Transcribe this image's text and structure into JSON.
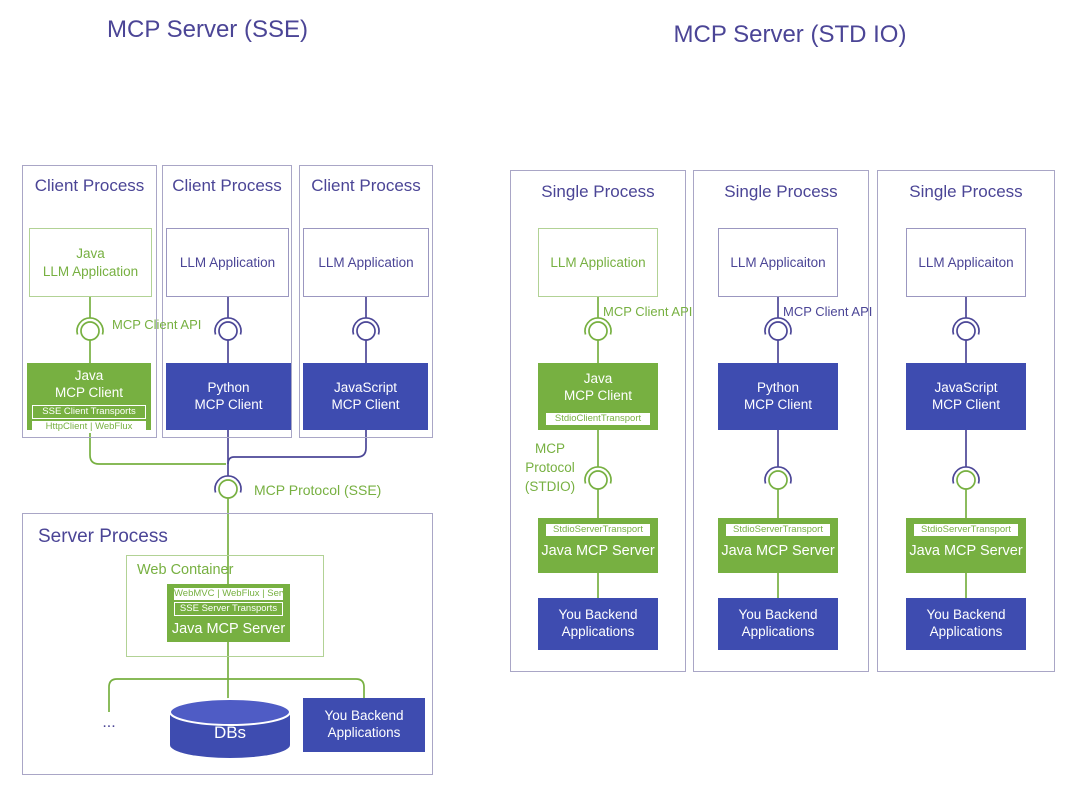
{
  "colors": {
    "indigo_text": "#4b4596",
    "purple_line": "#4c4797",
    "blue_fill": "#3e4cb0",
    "green": "#77b041",
    "light_border": "#a9a6c6",
    "db_top_fill": "#4f5cc5"
  },
  "left": {
    "title": "MCP Server (SSE)",
    "api_label": "MCP Client API",
    "protocol_label": "MCP Protocol (SSE)",
    "columns": [
      {
        "process": "Client Process",
        "app": "Java\nLLM Application",
        "client": "Java\nMCP Client",
        "client_strip1": "SSE Client Transports",
        "client_strip2": "HttpClient | WebFlux"
      },
      {
        "process": "Client Process",
        "app": "LLM Application",
        "client": "Python\nMCP Client"
      },
      {
        "process": "Client Process",
        "app": "LLM Application",
        "client": "JavaScript\nMCP Client"
      }
    ],
    "server": {
      "title": "Server Process",
      "container": "Web Container",
      "strip1": "WebMVC | WebFlux | Servlet",
      "strip2": "SSE Server Transports",
      "label": "Java MCP Server",
      "ellipsis": "...",
      "db": "DBs",
      "backend": "You Backend\nApplications"
    }
  },
  "right": {
    "title": "MCP Server (STD IO)",
    "columns": [
      {
        "process": "Single Process",
        "app": "LLM Application",
        "api": "MCP Client API",
        "client": "Java\nMCP Client",
        "client_strip": "StdioClientTransport",
        "protocol": "MCP Protocol\n(STDIO)",
        "server_strip": "StdioServerTransport",
        "server": "Java MCP Server",
        "backend": "You Backend\nApplications"
      },
      {
        "process": "Single Process",
        "app": "LLM Applicaiton",
        "api": "MCP Client API",
        "client": "Python\nMCP Client",
        "server_strip": "StdioServerTransport",
        "server": "Java MCP Server",
        "backend": "You Backend\nApplications"
      },
      {
        "process": "Single Process",
        "app": "LLM Applicaiton",
        "client": "JavaScript\nMCP Client",
        "server_strip": "StdioServerTransport",
        "server": "Java MCP Server",
        "backend": "You Backend\nApplications"
      }
    ]
  }
}
